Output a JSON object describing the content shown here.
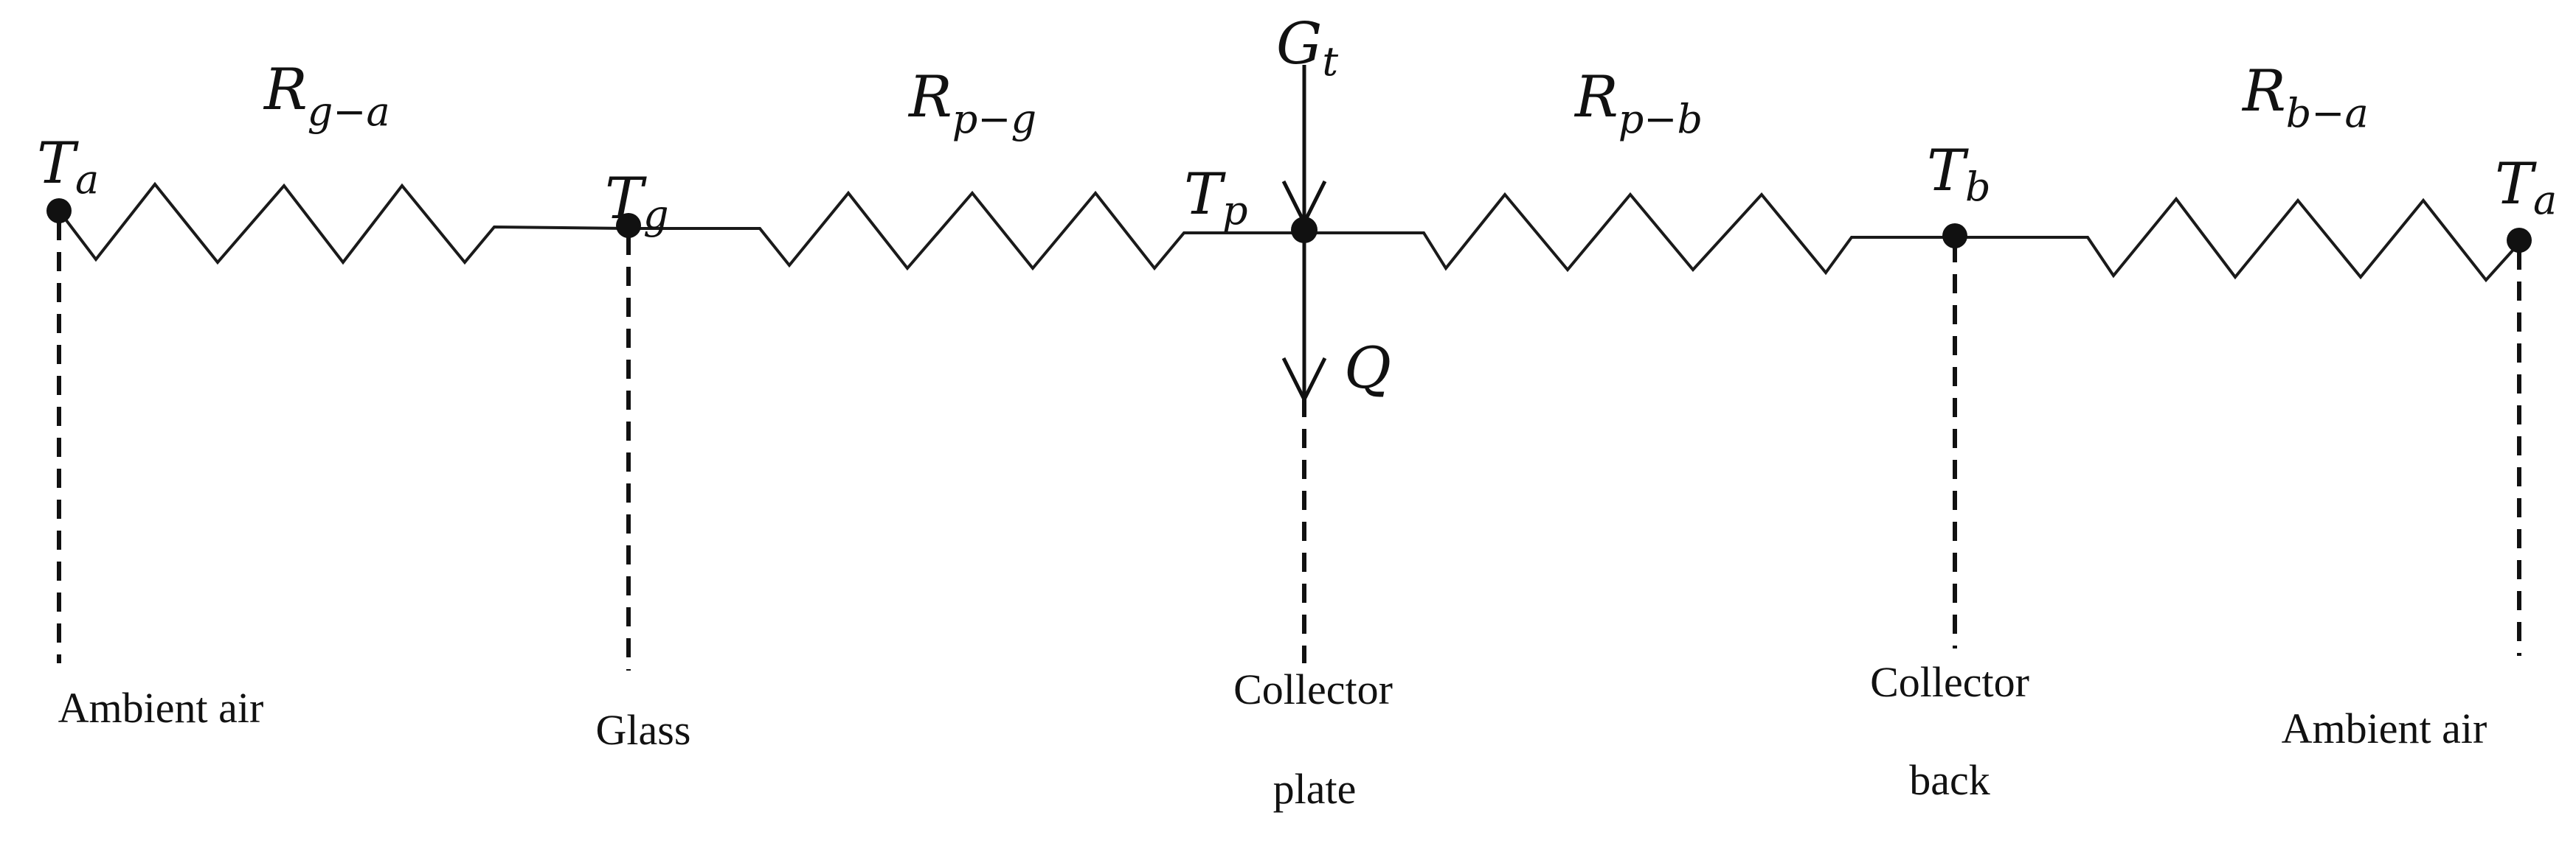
{
  "resistors": [
    {
      "symbol": "R",
      "subscript": "g−a"
    },
    {
      "symbol": "R",
      "subscript": "p−g"
    },
    {
      "symbol": "R",
      "subscript": "p−b"
    },
    {
      "symbol": "R",
      "subscript": "b−a"
    }
  ],
  "nodes": [
    {
      "symbol": "T",
      "subscript": "a",
      "label_lines": [
        "Ambient air"
      ]
    },
    {
      "symbol": "T",
      "subscript": "g",
      "label_lines": [
        "Glass"
      ]
    },
    {
      "symbol": "T",
      "subscript": "p",
      "label_lines": [
        "Collector",
        "plate"
      ]
    },
    {
      "symbol": "T",
      "subscript": "b",
      "label_lines": [
        "Collector",
        "back"
      ]
    },
    {
      "symbol": "T",
      "subscript": "a",
      "label_lines": [
        "Ambient air"
      ]
    }
  ],
  "input_arrow": {
    "symbol": "G",
    "subscript": "t"
  },
  "output_arrow": {
    "symbol": "Q"
  }
}
